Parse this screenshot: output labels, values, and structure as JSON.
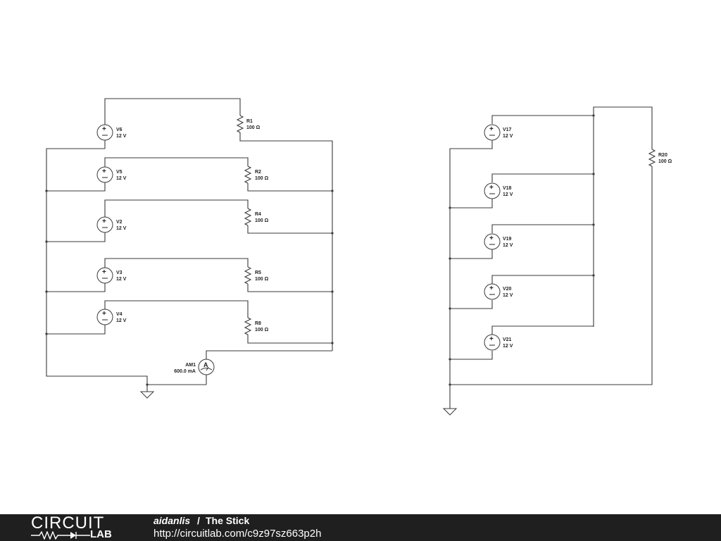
{
  "diagram": {
    "ground_symbols": [
      "ground-left",
      "ground-right"
    ],
    "left_circuit": {
      "sources": [
        {
          "name": "V6",
          "value": "12 V"
        },
        {
          "name": "V5",
          "value": "12 V"
        },
        {
          "name": "V2",
          "value": "12 V"
        },
        {
          "name": "V3",
          "value": "12 V"
        },
        {
          "name": "V4",
          "value": "12 V"
        }
      ],
      "resistors": [
        {
          "name": "R1",
          "value": "100 Ω"
        },
        {
          "name": "R2",
          "value": "100 Ω"
        },
        {
          "name": "R4",
          "value": "100 Ω"
        },
        {
          "name": "R5",
          "value": "100 Ω"
        },
        {
          "name": "R8",
          "value": "100 Ω"
        }
      ],
      "ammeter": {
        "name": "AM1",
        "reading": "600.0 mA",
        "symbol": "A"
      }
    },
    "right_circuit": {
      "sources": [
        {
          "name": "V17",
          "value": "12 V"
        },
        {
          "name": "V18",
          "value": "12 V"
        },
        {
          "name": "V19",
          "value": "12 V"
        },
        {
          "name": "V20",
          "value": "12 V"
        },
        {
          "name": "V21",
          "value": "12 V"
        }
      ],
      "resistors": [
        {
          "name": "R20",
          "value": "100 Ω"
        }
      ]
    }
  },
  "footer": {
    "logo_top": "CIRCUIT",
    "logo_bottom": "LAB",
    "author": "aidanlis",
    "separator": "/",
    "title": "The Stick",
    "url": "http://circuitlab.com/c9z97sz663p2h",
    "background_color": "#1f1f1f"
  }
}
